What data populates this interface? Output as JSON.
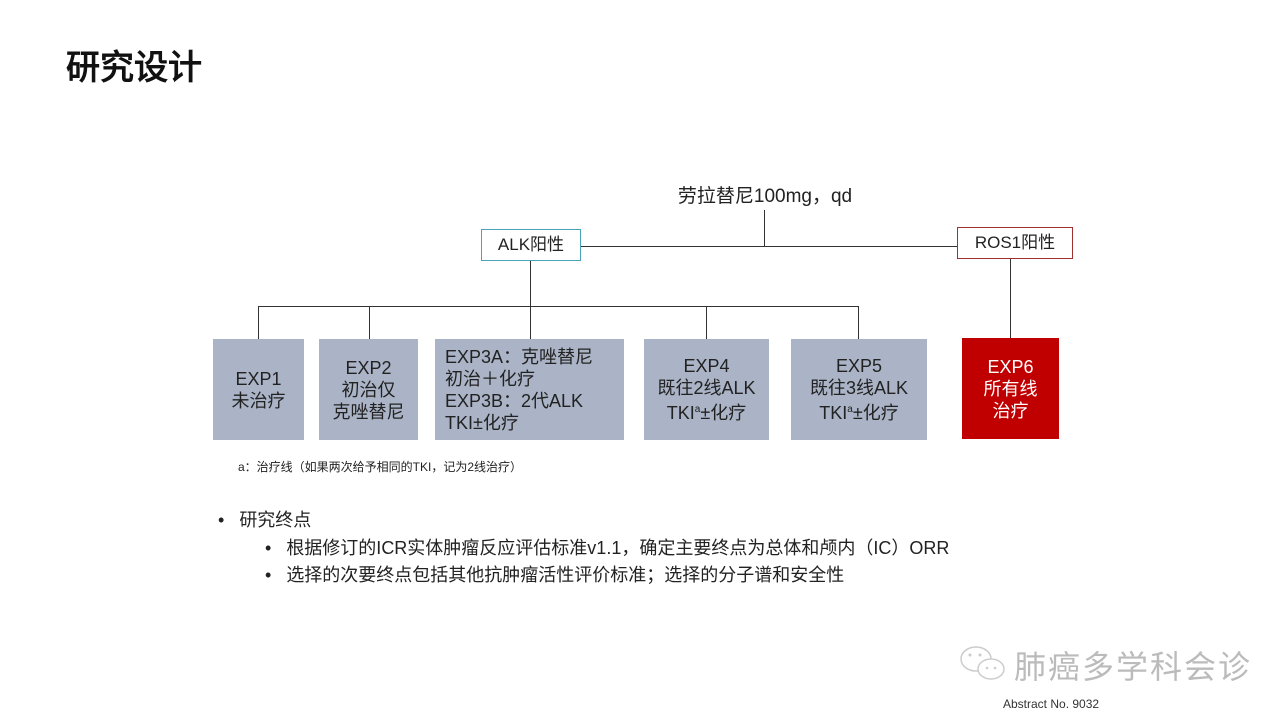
{
  "title": "研究设计",
  "drug": "劳拉替尼100mg，qd",
  "groups": {
    "alk": "ALK阳性",
    "ros1": "ROS1阳性"
  },
  "cohorts": [
    {
      "lines": [
        "EXP1",
        "未治疗"
      ]
    },
    {
      "lines": [
        "EXP2",
        "初治仅",
        "克唑替尼"
      ]
    },
    {
      "lines": [
        "EXP3A：克唑替尼",
        "初治＋化疗",
        "EXP3B：2代ALK",
        "TKI±化疗"
      ]
    },
    {
      "lines": [
        "EXP4",
        "既往2线ALK",
        "TKI",
        "a",
        "±化疗"
      ]
    },
    {
      "lines": [
        "EXP5",
        "既往3线ALK",
        "TKI",
        "a",
        "±化疗"
      ]
    },
    {
      "lines": [
        "EXP6",
        "所有线",
        "治疗"
      ]
    }
  ],
  "footnote": "a：治疗线（如果两次给予相同的TKI，记为2线治疗）",
  "endpoints": {
    "heading": "研究终点",
    "items": [
      "根据修订的ICR实体肿瘤反应评估标准v1.1，确定主要终点为总体和颅内（IC）ORR",
      "选择的次要终点包括其他抗肿瘤活性评价标准；选择的分子谱和安全性"
    ]
  },
  "watermark": "肺癌多学科会诊",
  "abstract": "Abstract No. 9032",
  "colors": {
    "cohort": "#aab4c6",
    "highlight": "#c00000",
    "alk_border": "#4aa3b8",
    "ros1_border": "#a03030"
  }
}
